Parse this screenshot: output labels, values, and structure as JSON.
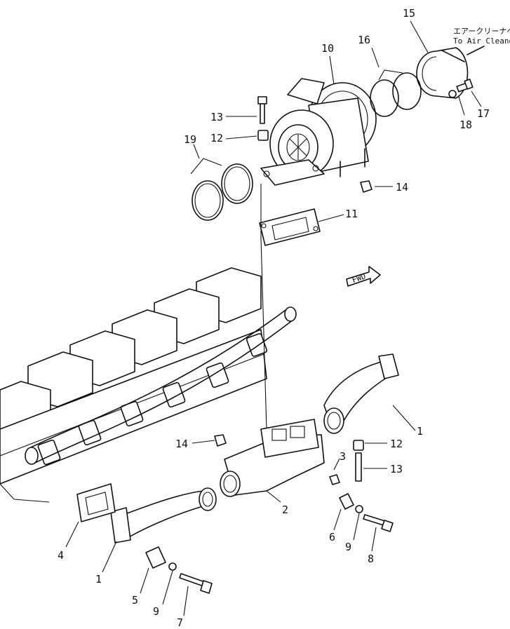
{
  "diagram": {
    "callouts": [
      {
        "id": "c15",
        "text": "15"
      },
      {
        "id": "c10",
        "text": "10"
      },
      {
        "id": "c16",
        "text": "16"
      },
      {
        "id": "c13a",
        "text": "13"
      },
      {
        "id": "c17",
        "text": "17"
      },
      {
        "id": "c18",
        "text": "18"
      },
      {
        "id": "c12a",
        "text": "12"
      },
      {
        "id": "c19",
        "text": "19"
      },
      {
        "id": "c14a",
        "text": "14"
      },
      {
        "id": "c11",
        "text": "11"
      },
      {
        "id": "c1a",
        "text": "1"
      },
      {
        "id": "c14b",
        "text": "14"
      },
      {
        "id": "c12b",
        "text": "12"
      },
      {
        "id": "c3",
        "text": "3"
      },
      {
        "id": "c13b",
        "text": "13"
      },
      {
        "id": "c2",
        "text": "2"
      },
      {
        "id": "c4",
        "text": "4"
      },
      {
        "id": "c6",
        "text": "6"
      },
      {
        "id": "c9a",
        "text": "9"
      },
      {
        "id": "c8",
        "text": "8"
      },
      {
        "id": "c1b",
        "text": "1"
      },
      {
        "id": "c5",
        "text": "5"
      },
      {
        "id": "c9b",
        "text": "9"
      },
      {
        "id": "c7",
        "text": "7"
      }
    ],
    "air_cleaner_note": {
      "jp": "エアークリーナへ",
      "en": "To Air Cleaner"
    },
    "fwd_label": "FWD"
  }
}
